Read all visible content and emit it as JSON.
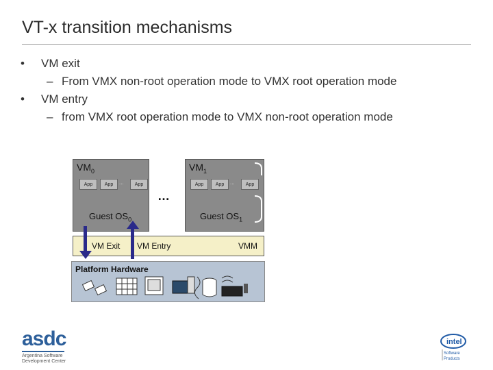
{
  "slide": {
    "title": "VT-x transition mechanisms"
  },
  "bullets": [
    {
      "text": "VM exit",
      "sub": "From VMX non-root operation mode to VMX root operation mode"
    },
    {
      "text": "VM entry",
      "sub": "from VMX root operation  mode to VMX non-root operation mode"
    }
  ],
  "diagram": {
    "vm0": {
      "label": "VM",
      "sub": "0",
      "guest": "Guest OS",
      "guest_sub": "0"
    },
    "vm1": {
      "label": "VM",
      "sub": "1",
      "guest": "Guest OS",
      "guest_sub": "1"
    },
    "app_label": "App",
    "small_ellipsis": "...",
    "big_ellipsis": "…",
    "vm_exit": "VM Exit",
    "vm_entry": "VM Entry",
    "vmm": "VMM",
    "platform_hardware": "Platform Hardware"
  },
  "logos": {
    "asdc": "asdc",
    "asdc_sub1": "Argentina Software",
    "asdc_sub2": "Development Center",
    "intel": "intel",
    "intel_sub1": "Software",
    "intel_sub2": "Products"
  },
  "colors": {
    "vm_box": "#8a8a8a",
    "vmm_bar": "#f5f0c8",
    "hardware": "#b7c4d4",
    "arrow": "#2a2a8a",
    "asdc_blue": "#2d5f9a",
    "intel_blue": "#1f5aa6"
  }
}
